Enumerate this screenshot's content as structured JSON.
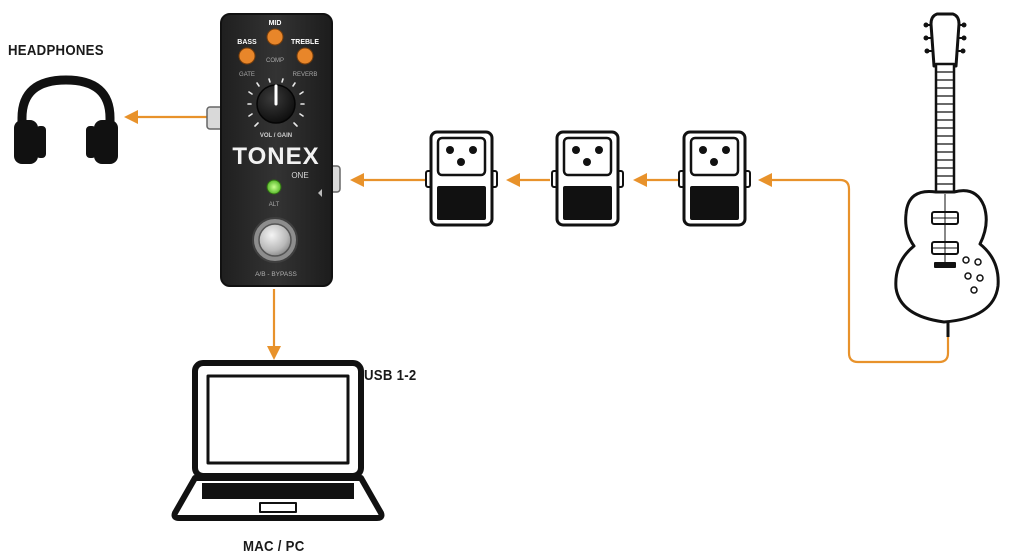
{
  "labels": {
    "headphones": "HEADPHONES",
    "usb": "USB 1-2",
    "computer": "MAC / PC"
  },
  "pedal": {
    "knob_labels": {
      "bass": "BASS",
      "mid": "MID",
      "treble": "TREBLE",
      "gate": "GATE",
      "comp": "COMP",
      "reverb": "REVERB",
      "vol_gain": "VOL / GAIN"
    },
    "brand": "TONEX",
    "model": "ONE",
    "led_label": "ALT",
    "footswitch_label": "A/B - BYPASS"
  },
  "colors": {
    "arrow": "#e8922b",
    "pedal_body": "#2b2b2b",
    "knob_orange": "#e8862a",
    "led_green": "#7dd64a",
    "outline": "#111111"
  },
  "icons": [
    "headphones-icon",
    "tonex-one-pedal",
    "effect-pedal-icon",
    "guitar-icon",
    "laptop-icon"
  ]
}
